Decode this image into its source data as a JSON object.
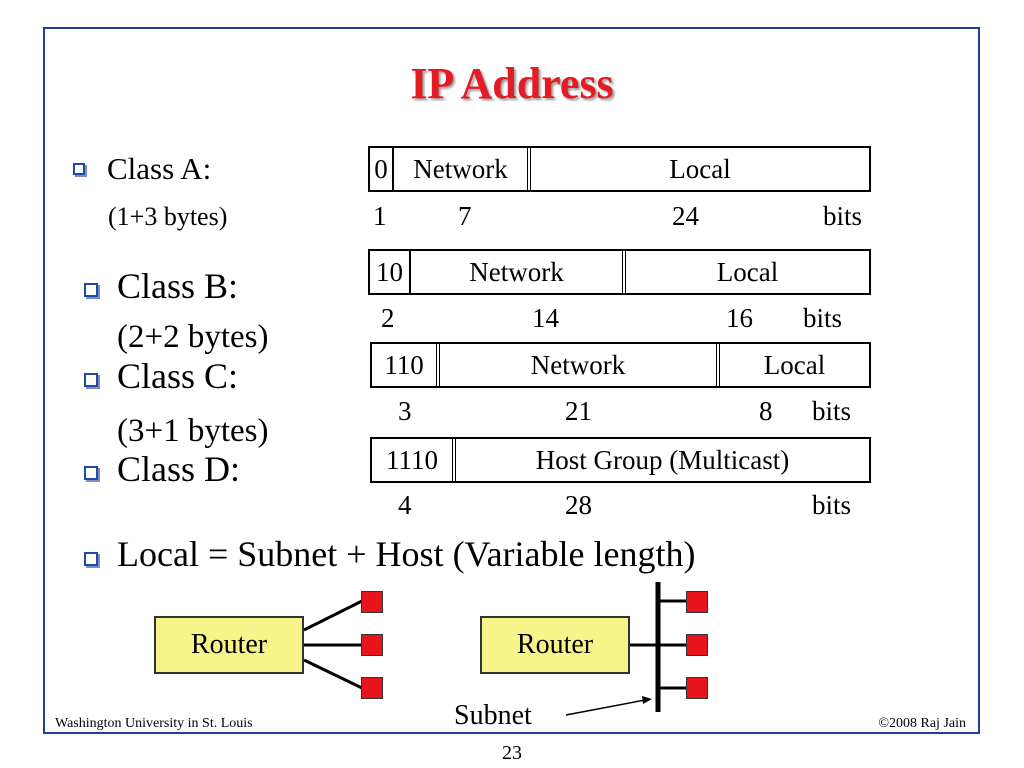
{
  "title": "IP Address",
  "classes": [
    {
      "label": "Class A:",
      "bytes": "(1+3 bytes)",
      "fields": [
        "0",
        "Network",
        "Local"
      ],
      "bits": [
        "1",
        "7",
        "24",
        "bits"
      ]
    },
    {
      "label": "Class B:",
      "bytes": "(2+2 bytes)",
      "fields": [
        "10",
        "Network",
        "Local"
      ],
      "bits": [
        "2",
        "14",
        "16",
        "bits"
      ]
    },
    {
      "label": "Class C:",
      "bytes": "(3+1 bytes)",
      "fields": [
        "110",
        "Network",
        "Local"
      ],
      "bits": [
        "3",
        "21",
        "8",
        "bits"
      ]
    },
    {
      "label": "Class D:",
      "fields": [
        "1110",
        "Host Group (Multicast)"
      ],
      "bits": [
        "4",
        "28",
        "bits"
      ]
    }
  ],
  "local_note": "Local = Subnet + Host  (Variable length)",
  "diagram": {
    "router_label": "Router",
    "subnet_label": "Subnet"
  },
  "footer": {
    "left": "Washington University in St. Louis",
    "right": "©2008 Raj Jain"
  },
  "page_number": "23",
  "colors": {
    "title": "#e31b23",
    "frame": "#1f3f9f",
    "router_fill": "#f7f58a",
    "node_fill": "#e8141c",
    "bullet": "#1f4aa8"
  }
}
